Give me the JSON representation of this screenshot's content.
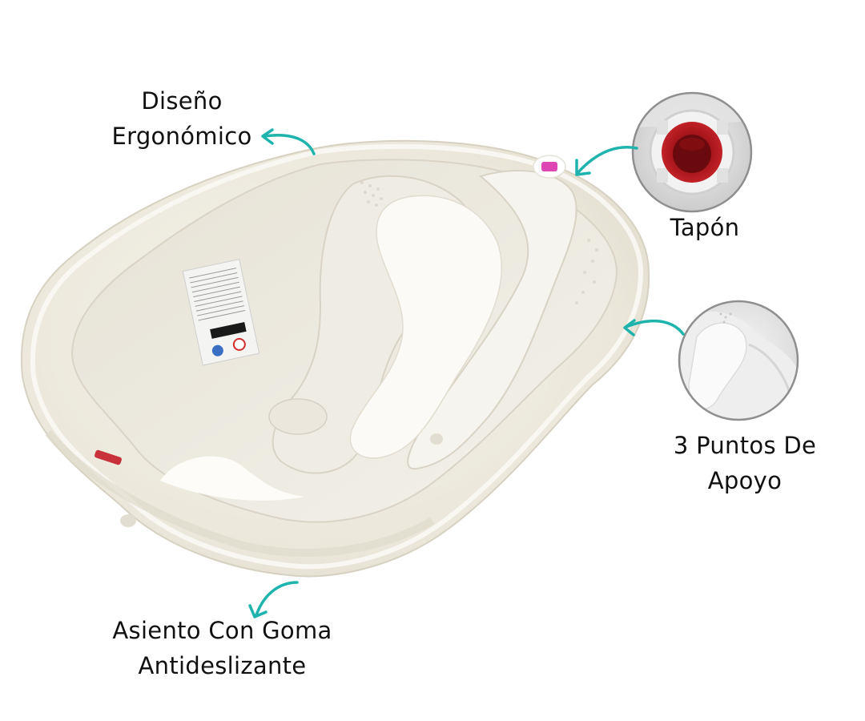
{
  "infographic": {
    "product": "baby-bathtub",
    "accent_color": "#1fb3ad",
    "product_color": "#ece8dc",
    "callouts": [
      {
        "id": "ergonomic-design",
        "lines": [
          "Diseño",
          "Ergonómico"
        ]
      },
      {
        "id": "drain-plug",
        "lines": [
          "Tapón"
        ]
      },
      {
        "id": "support-points",
        "lines": [
          "3 Puntos De",
          "Apoyo"
        ]
      },
      {
        "id": "non-slip-seat",
        "lines": [
          "Asiento Con Goma",
          "Antideslizante"
        ]
      }
    ]
  }
}
